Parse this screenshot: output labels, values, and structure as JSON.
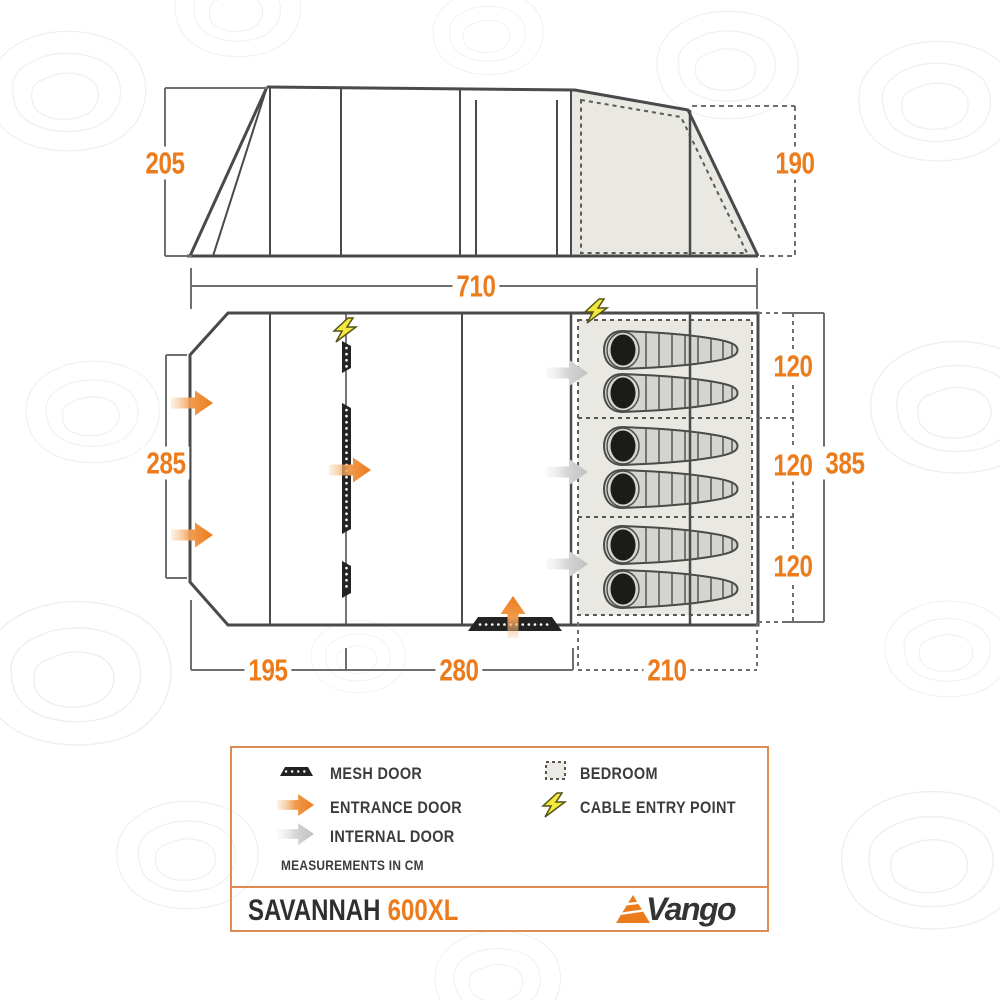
{
  "elevation": {
    "label_height_front": "205",
    "label_height_rear": "190",
    "label_length": "710"
  },
  "floorplan": {
    "label_front_width": "285",
    "label_total_width": "385",
    "bedroom_section_labels": [
      "120",
      "120",
      "120"
    ],
    "label_porch_length": "195",
    "label_living_length": "280",
    "label_bedroom_length": "210",
    "sleeping_bag_count": 6
  },
  "legend": {
    "left_items": [
      {
        "label": "MESH DOOR"
      },
      {
        "label": "ENTRANCE DOOR"
      },
      {
        "label": "INTERNAL DOOR"
      }
    ],
    "right_items": [
      {
        "label": "BEDROOM"
      },
      {
        "label": "CABLE ENTRY POINT"
      }
    ],
    "note": "MEASUREMENTS IN CM"
  },
  "footer": {
    "name": "SAVANNAH",
    "model": "600XL",
    "brand": "Vango"
  },
  "colors": {
    "accent_orange": "#ec7b1c",
    "tent_line": "#4a4a4a",
    "dimension_line": "#6f6f6f",
    "bedroom_fill": "#e9e8e3",
    "cable_yellow": "#f3e93c",
    "internal_door_gray": "#c2c2c2",
    "legend_border": "#e08a55",
    "mesh_black": "#232323"
  }
}
